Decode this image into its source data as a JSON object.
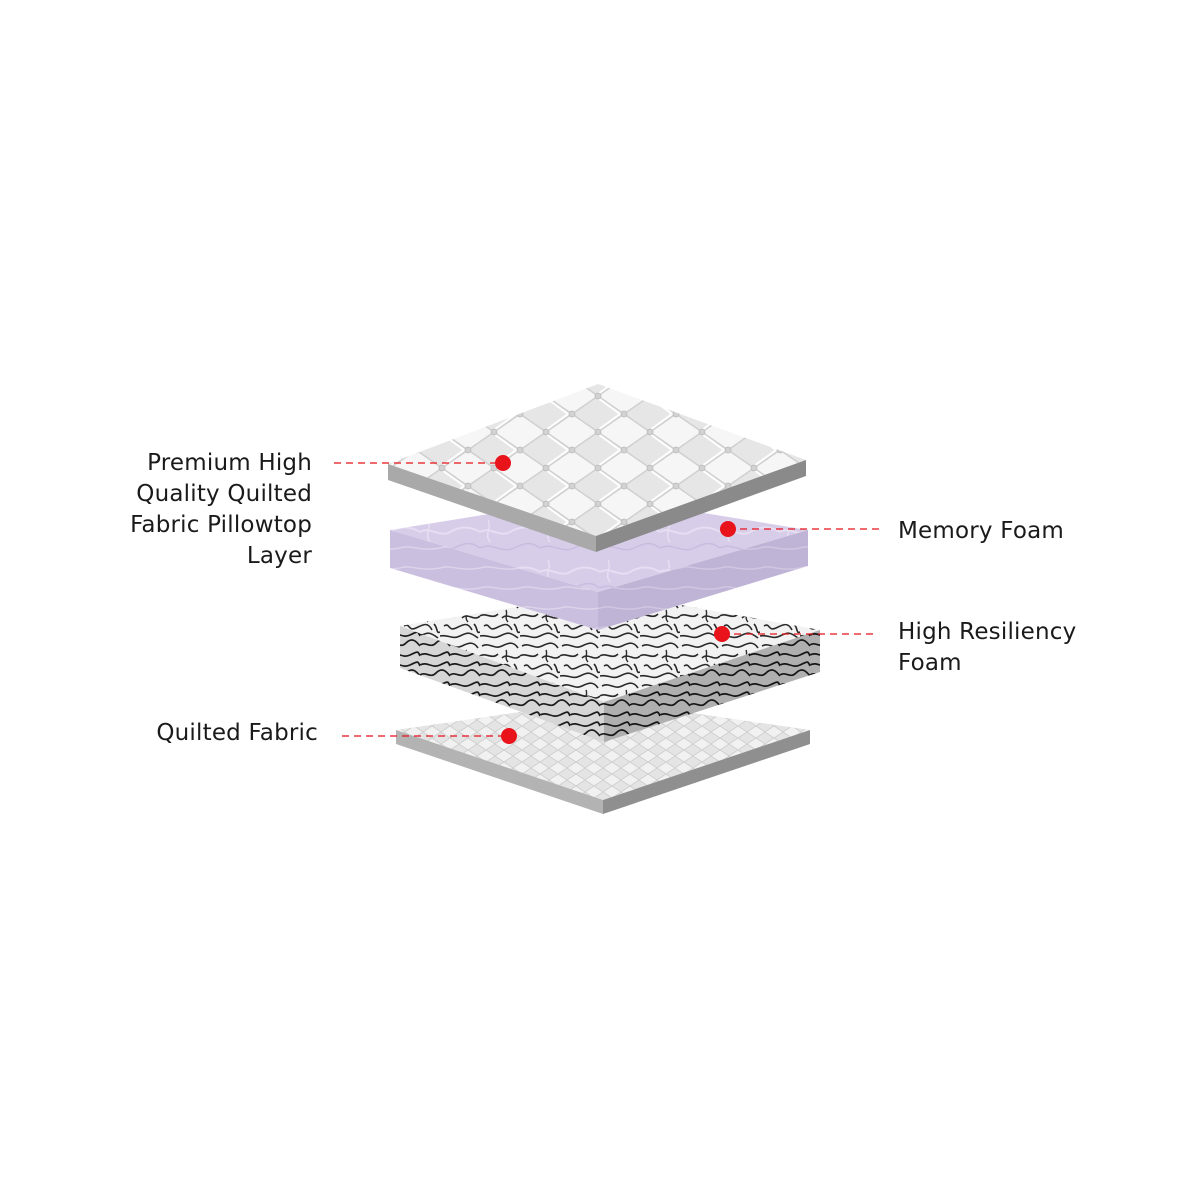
{
  "accent_color": "#e8131b",
  "leader_color": "#e8131b",
  "layers": [
    {
      "id": "pillowtop",
      "label": "Premium High\nQuality Quilted\nFabric Pillowtop\nLayer",
      "pattern": "quilt-diamond",
      "top_color": "#f4f4f4",
      "side_color": "#9a9a9a"
    },
    {
      "id": "memory",
      "label": "Memory Foam",
      "pattern": "foam-marble",
      "top_color": "#d9cfe8",
      "side_color": "#c9bedd"
    },
    {
      "id": "resilient",
      "label": "High Resiliency\nFoam",
      "pattern": "maze",
      "top_color": "#ececec",
      "side_color": "#bdbdbd"
    },
    {
      "id": "bottom",
      "label": "Quilted Fabric",
      "pattern": "quilt-fine",
      "top_color": "#efefef",
      "side_color": "#9a9a9a"
    }
  ]
}
